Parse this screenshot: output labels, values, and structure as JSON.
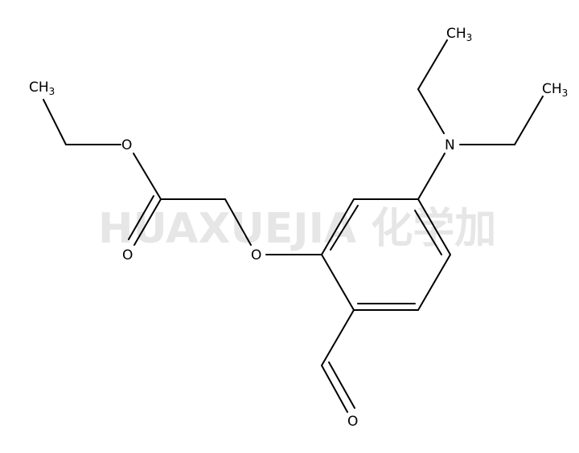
{
  "watermark": "HUAXUEJIA 化学加",
  "atoms": {
    "ch3_left_main": "CH",
    "ch3_left_sub": "3",
    "o_ester": "O",
    "o_carbonyl": "O",
    "o_ether": "O",
    "n_amine": "N",
    "ch3_top_main": "CH",
    "ch3_top_sub": "3",
    "ch3_right_main": "CH",
    "ch3_right_sub": "3",
    "o_aldehyde": "O"
  }
}
